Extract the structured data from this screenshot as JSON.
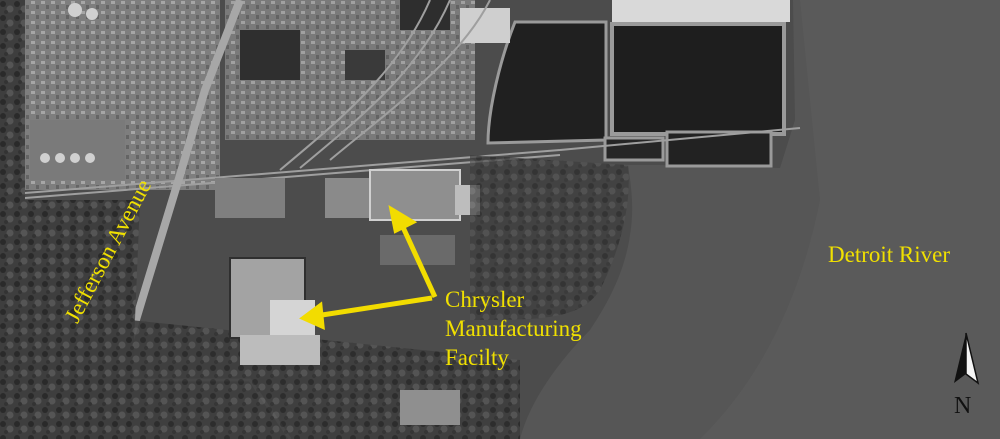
{
  "labels": {
    "river": "Detroit River",
    "avenue": "Jefferson Avenue",
    "facility_lines": [
      "Chrysler",
      "Manufacturing",
      "Facilty"
    ]
  },
  "north_arrow": {
    "letter": "N"
  },
  "colors": {
    "label": "#f0e000",
    "arrow": "#f2dc00",
    "water": "#555555",
    "land": "#4a4a4a",
    "north_arrow": "#111111"
  }
}
